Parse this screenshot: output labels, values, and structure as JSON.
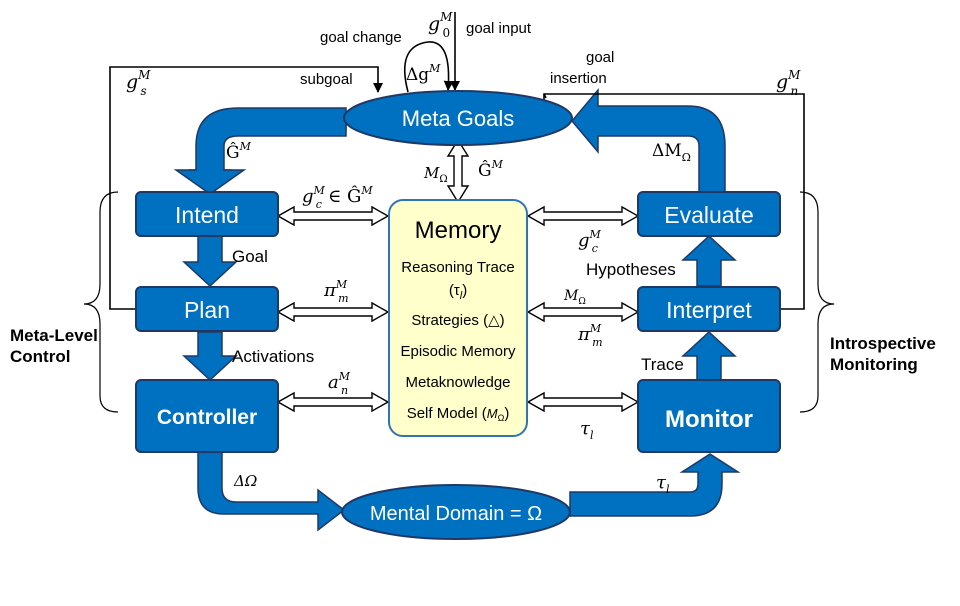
{
  "nodes": {
    "meta_goals": "Meta Goals",
    "intend": "Intend",
    "plan": "Plan",
    "controller": "Controller",
    "evaluate": "Evaluate",
    "interpret": "Interpret",
    "monitor": "Monitor",
    "mental_domain": "Mental Domain = Ω"
  },
  "memory": {
    "title": "Memory",
    "items": [
      "Reasoning Trace",
      "(τ",
      "Strategies (△)",
      "Episodic Memory",
      "Metaknowledge",
      "Self Model ("
    ],
    "reasoning_sub": "l",
    "reasoning_close": ")",
    "self_model_sym": "M",
    "self_model_sub": "Ω",
    "self_model_close": ")"
  },
  "edge_labels": {
    "goal": "Goal",
    "activations": "Activations",
    "hypotheses": "Hypotheses",
    "trace": "Trace",
    "subgoal": "subgoal",
    "goal_change": "goal change",
    "goal_input": "goal input",
    "goal_insertion_1": "goal",
    "goal_insertion_2": "insertion"
  },
  "side_labels": {
    "left_1": "Meta-Level",
    "left_2": "Control",
    "right_1": "Introspective",
    "right_2": "Monitoring"
  },
  "math": {
    "g": "g",
    "M": "M",
    "zero": "0",
    "s": "s",
    "n": "n",
    "c": "c",
    "delta_g": "Δg",
    "G_hat": "Ĝ",
    "in_G_hat": "∈ Ĝ",
    "M_sym": "M",
    "Omega": "Ω",
    "delta_M": "ΔM",
    "pi": "π",
    "m": "m",
    "a": "a",
    "tau": "τ",
    "l": "l",
    "delta_Omega": "ΔΩ"
  },
  "colors": {
    "node_fill": "#0070c0",
    "node_stroke": "#1f3864",
    "memory_fill": "#ffffcc",
    "memory_stroke": "#2e75b6"
  }
}
